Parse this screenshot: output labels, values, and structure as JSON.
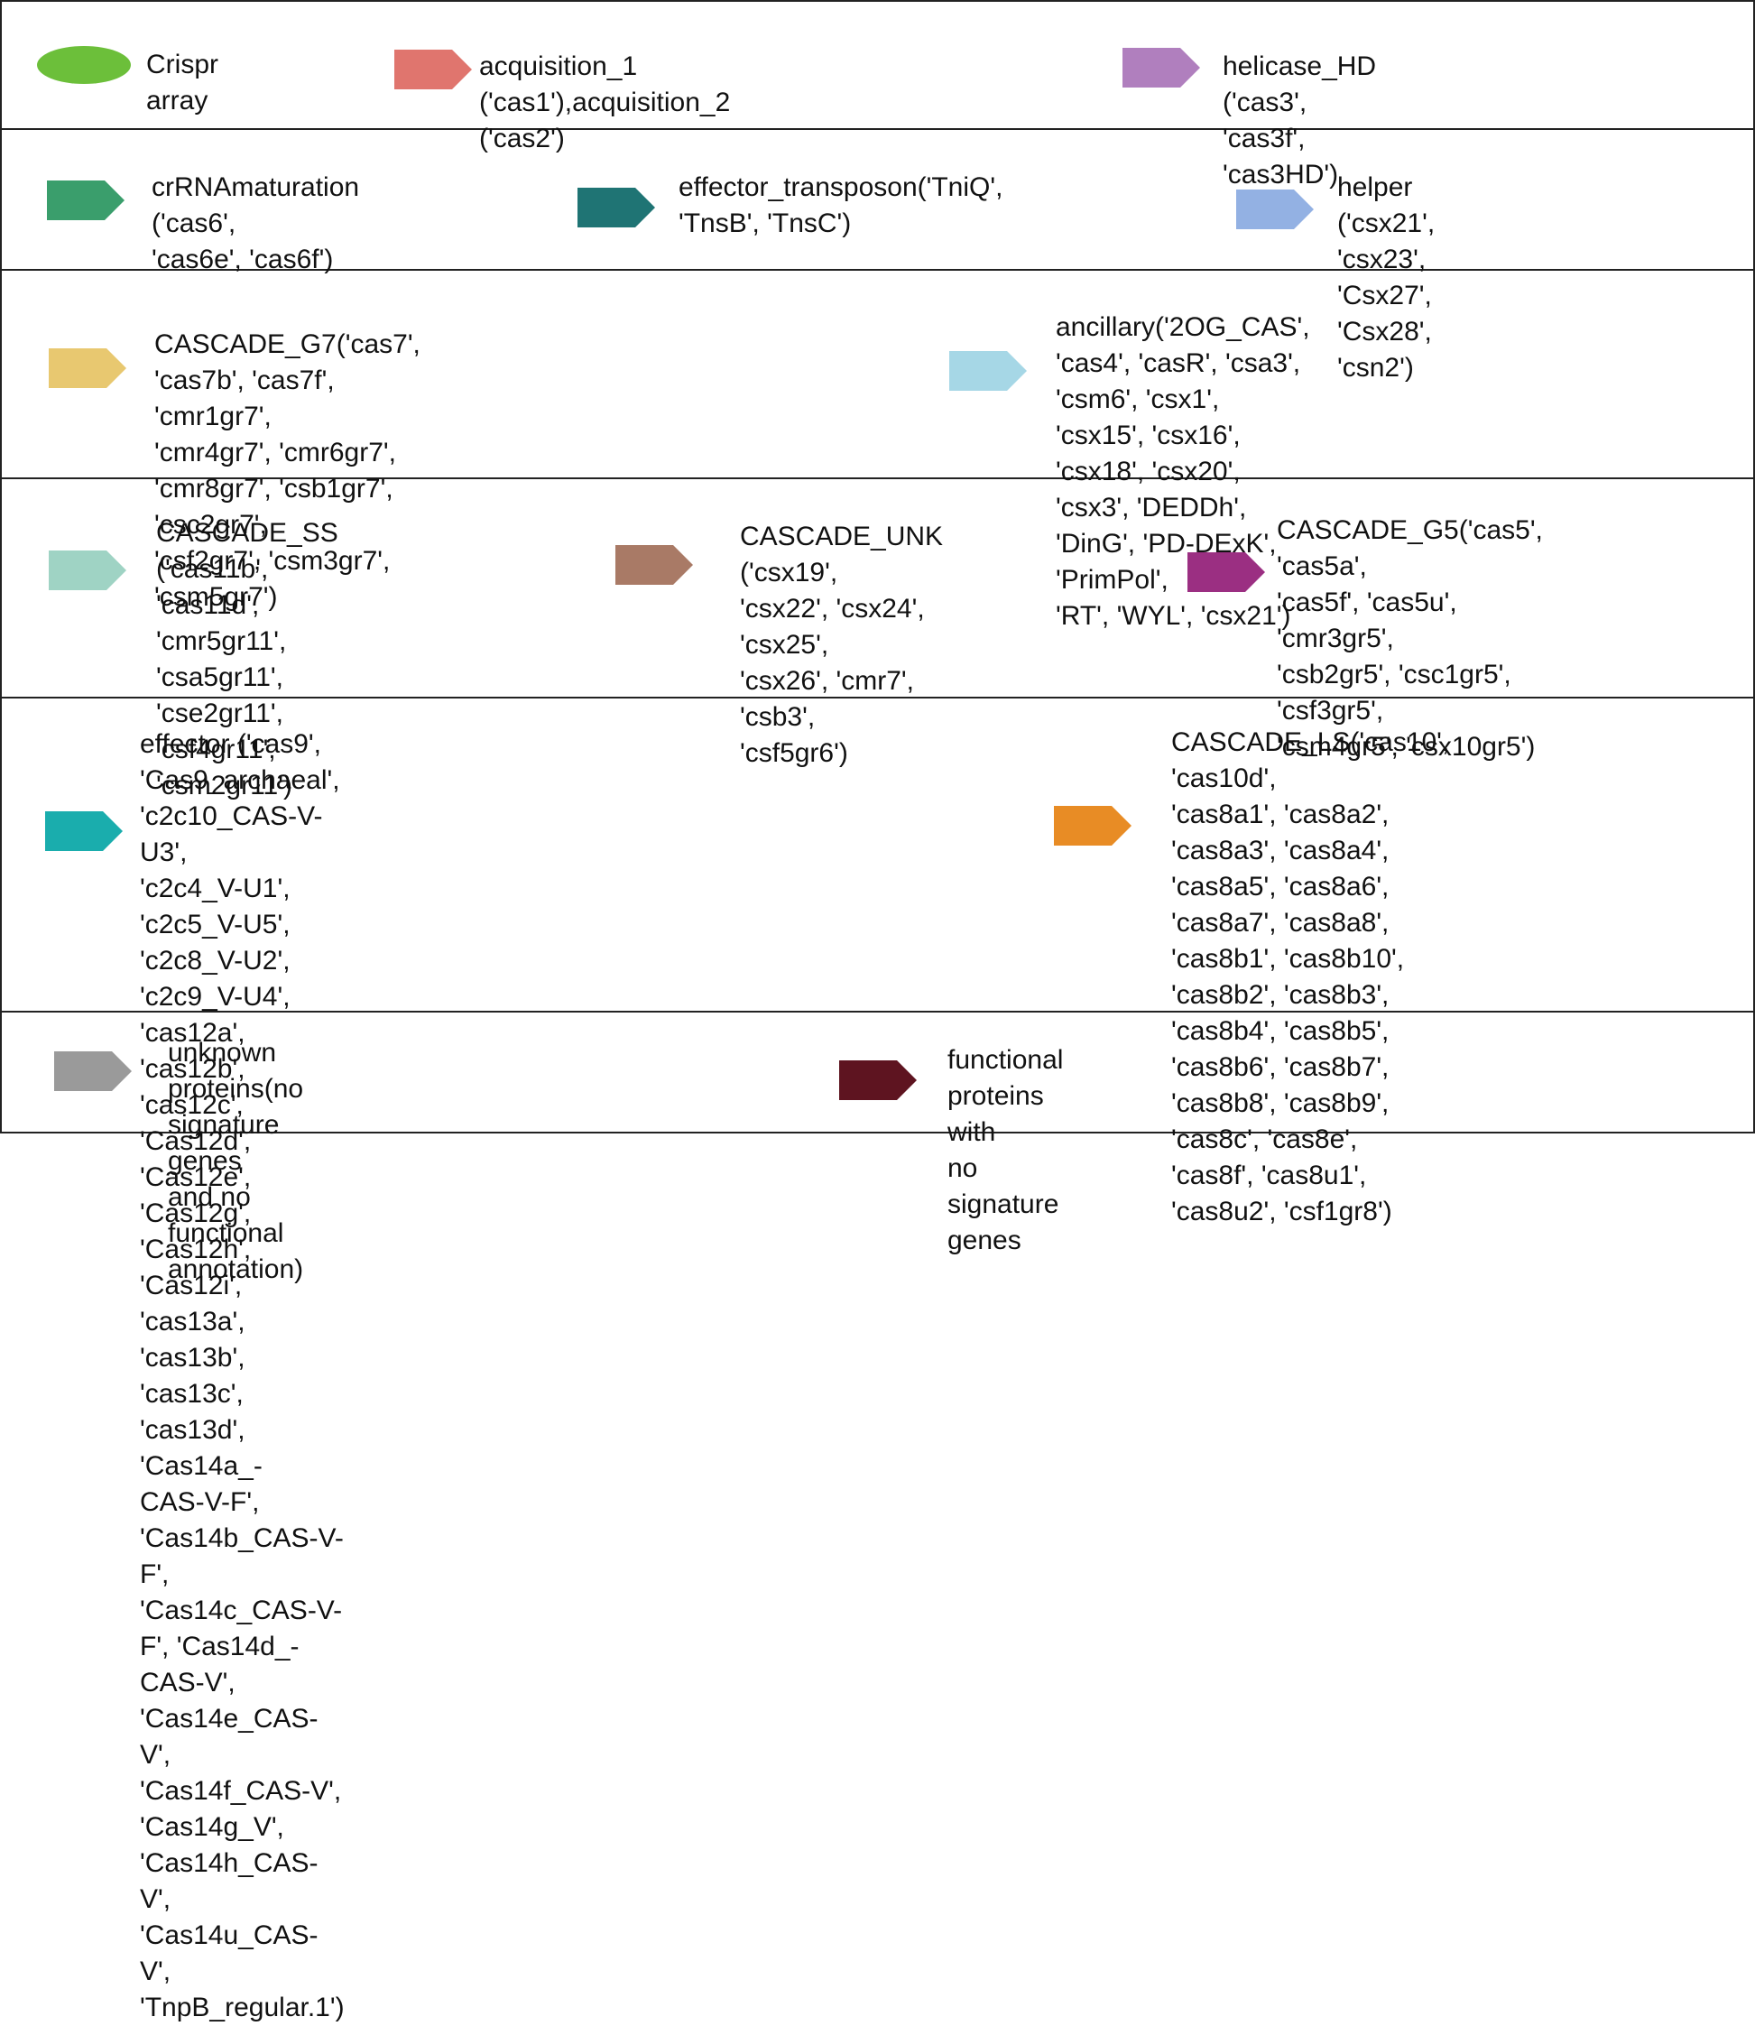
{
  "legend": {
    "crispr": {
      "label": "Crispr array",
      "color": "#6cbf3a"
    },
    "acquisition": {
      "label": "acquisition_1 ('cas1'),acquisition_2 ('cas2')",
      "color": "#e0756e"
    },
    "helicase": {
      "label": "helicase_HD ('cas3', 'cas3f', 'cas3HD')",
      "color": "#b07fbe"
    },
    "crrna": {
      "label": "crRNAmaturation ('cas6',\n'cas6e', 'cas6f')",
      "color": "#3a9e6c"
    },
    "effector_transposon": {
      "label": "effector_transposon('TniQ',\n'TnsB', 'TnsC')",
      "color": "#1f7474"
    },
    "helper": {
      "label": "helper ('csx21', 'csx23',\n'Csx27', 'Csx28', 'csn2')",
      "color": "#93b1e3"
    },
    "cascade_g7": {
      "label": "CASCADE_G7('cas7', 'cas7b', 'cas7f', 'cmr1gr7',\n'cmr4gr7', 'cmr6gr7', 'cmr8gr7', 'csb1gr7', 'csc2gr7',\n'csf2gr7', 'csm3gr7', 'csm5gr7')",
      "color": "#e8c870"
    },
    "ancillary": {
      "label": "ancillary('2OG_CAS', 'cas4', 'casR', 'csa3',\n'csm6', 'csx1', 'csx15', 'csx16', 'csx18', 'csx20',\n'csx3', 'DEDDh', 'DinG', 'PD-DExK', 'PrimPol',\n'RT', 'WYL', 'csx21')",
      "color": "#a6d7e6"
    },
    "cascade_ss": {
      "label": "CASCADE_SS ('cas11b',\n'cas11d', 'cmr5gr11',\n'csa5gr11', 'cse2gr11',\n'csf4gr11', 'csm2gr11')",
      "color": "#9fd3c4"
    },
    "cascade_unk": {
      "label": "CASCADE_UNK ('csx19',\n'csx22', 'csx24', 'csx25',\n'csx26', 'cmr7', 'csb3',\n'csf5gr6')",
      "color": "#a97a66"
    },
    "cascade_g5": {
      "label": "CASCADE_G5('cas5', 'cas5a',\n'cas5f', 'cas5u', 'cmr3gr5',\n'csb2gr5', 'csc1gr5', 'csf3gr5',\n'csm4gr5', 'csx10gr5')",
      "color": "#9b2f82"
    },
    "effector": {
      "label": "effector ('cas9', 'Cas9_archaeal', 'c2c10_CAS-V-U3',\n'c2c4_V-U1', 'c2c5_V-U5', 'c2c8_V-U2', 'c2c9_V-U4', 'cas12a',\n'cas12b', 'cas12c', 'Cas12d', 'Cas12e', 'Cas12g', 'Cas12h',\n'Cas12i', 'cas13a', 'cas13b', 'cas13c', 'cas13d', 'Cas14a_-\nCAS-V-F', 'Cas14b_CAS-V-F', 'Cas14c_CAS-V-F', 'Cas14d_-\nCAS-V', 'Cas14e_CAS-V', 'Cas14f_CAS-V', 'Cas14g_V',\n'Cas14h_CAS-V', 'Cas14u_CAS-V', 'TnpB_regular.1')",
      "color": "#1aadad"
    },
    "cascade_ls": {
      "label": "CASCADE_LS('cas10', 'cas10d',\n'cas8a1', 'cas8a2', 'cas8a3', 'cas8a4',\n'cas8a5', 'cas8a6', 'cas8a7', 'cas8a8',\n'cas8b1', 'cas8b10', 'cas8b2', 'cas8b3',\n'cas8b4', 'cas8b5', 'cas8b6', 'cas8b7',\n'cas8b8', 'cas8b9', 'cas8c', 'cas8e',\n'cas8f', 'cas8u1', 'cas8u2', 'csf1gr8')",
      "color": "#e88c25"
    },
    "unknown": {
      "label": "unknown proteins(no signature genes\nand no functional annotation)",
      "color": "#9a9a9a"
    },
    "functional": {
      "label": "functional proteins with\nno signature genes",
      "color": "#5e1420"
    }
  }
}
